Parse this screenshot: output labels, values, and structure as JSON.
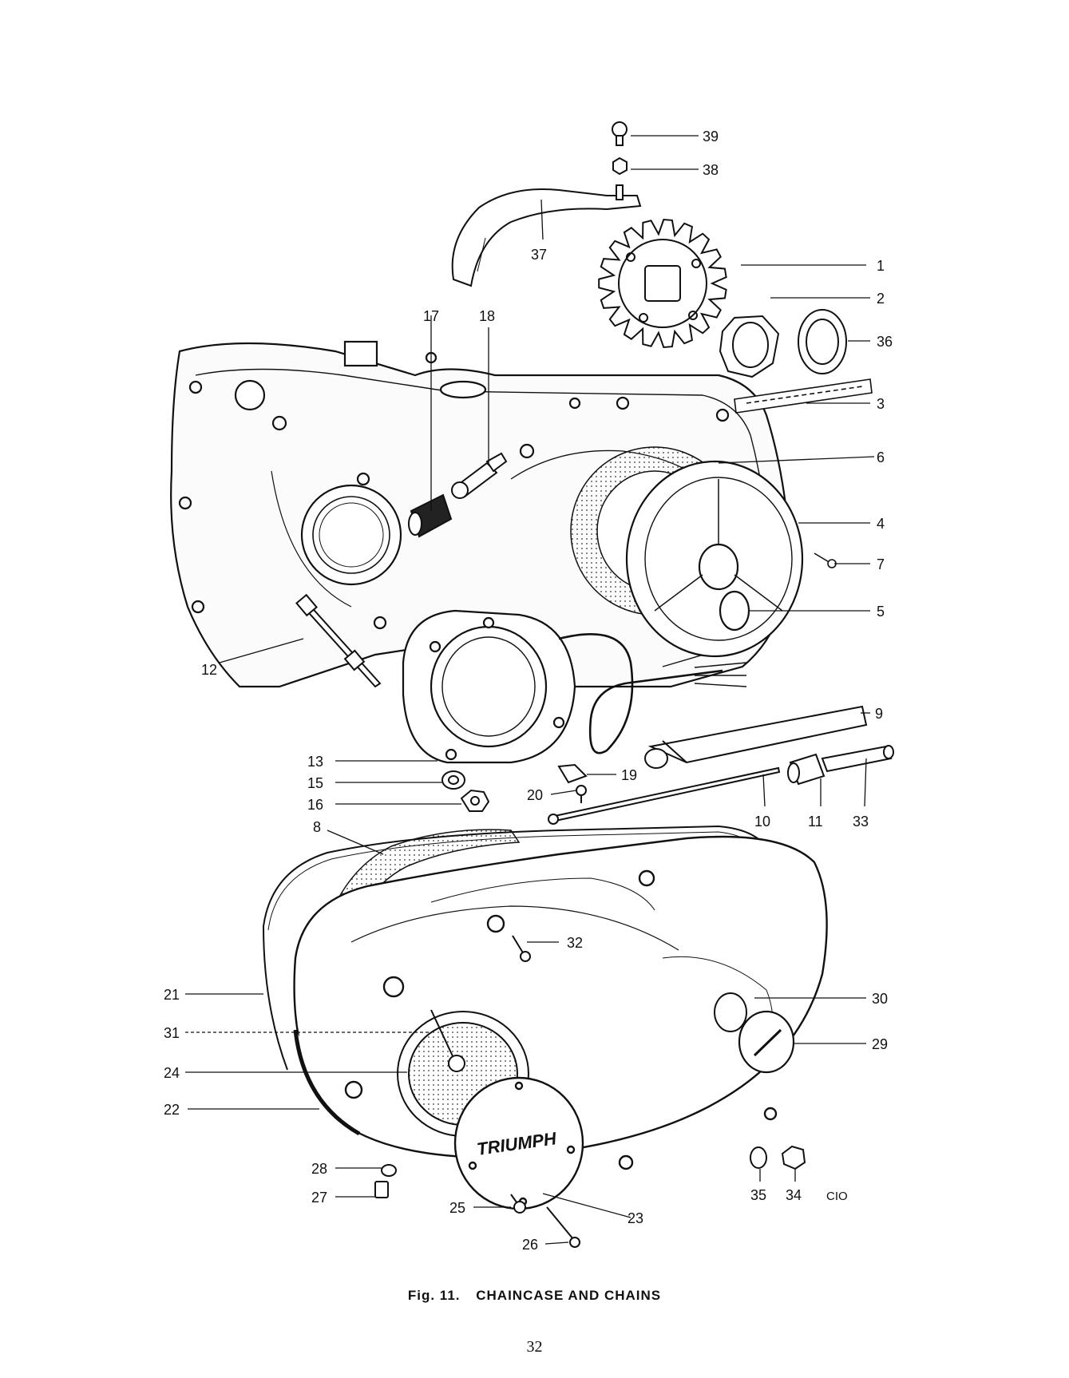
{
  "figure": {
    "number_label": "Fig. 11.",
    "title": "CHAINCASE AND CHAINS",
    "page_number": "32",
    "drawing_code": "CIO",
    "emblem_text": "TRIUMPH"
  },
  "callouts": [
    "1",
    "2",
    "3",
    "4",
    "5",
    "6",
    "7",
    "8",
    "9",
    "10",
    "11",
    "12",
    "13",
    "15",
    "16",
    "17",
    "18",
    "19",
    "20",
    "21",
    "22",
    "23",
    "24",
    "25",
    "26",
    "27",
    "28",
    "29",
    "30",
    "31",
    "32",
    "33",
    "34",
    "35",
    "36",
    "37",
    "38",
    "39"
  ]
}
